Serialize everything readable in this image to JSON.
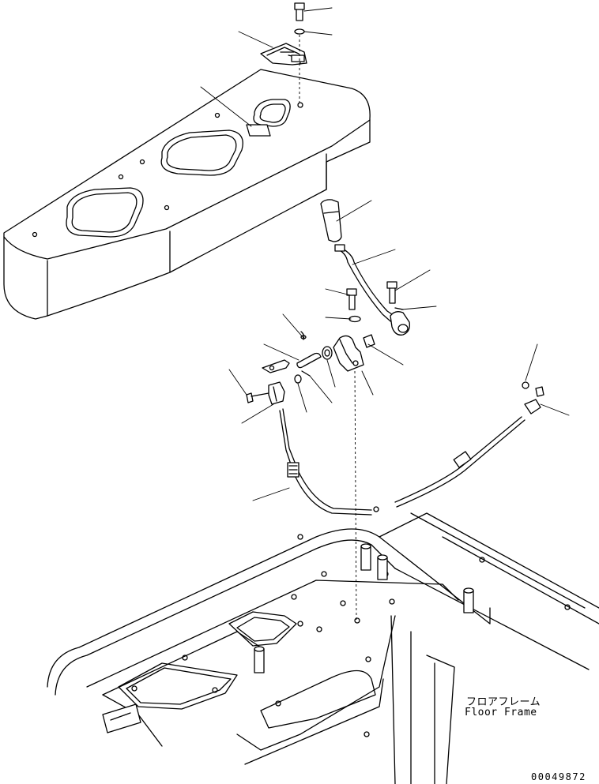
{
  "labels": {
    "floor_frame_jp": "フロアフレーム",
    "floor_frame_en": "Floor Frame",
    "drawing_number": "00049872"
  }
}
